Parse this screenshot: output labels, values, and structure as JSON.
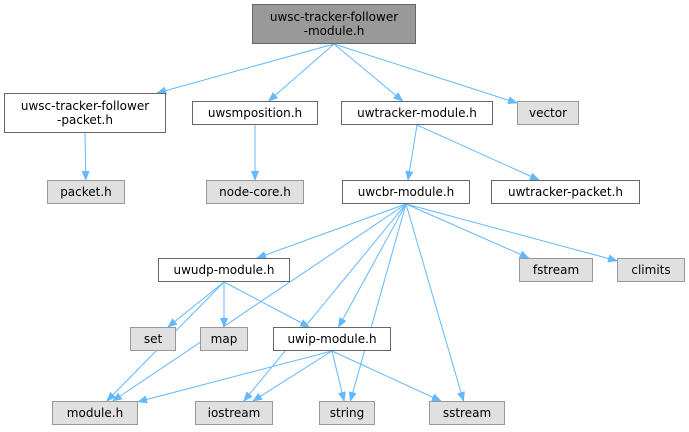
{
  "graph": {
    "edge_color": "#63b8ff",
    "nodes": [
      {
        "id": "main",
        "label": "uwsc-tracker-follower\n-module.h",
        "kind": "main"
      },
      {
        "id": "packet_h_follower",
        "label": "uwsc-tracker-follower\n-packet.h",
        "kind": "local"
      },
      {
        "id": "uwsmposition",
        "label": "uwsmposition.h",
        "kind": "local"
      },
      {
        "id": "uwtracker_module",
        "label": "uwtracker-module.h",
        "kind": "local"
      },
      {
        "id": "vector",
        "label": "vector",
        "kind": "system"
      },
      {
        "id": "packet",
        "label": "packet.h",
        "kind": "system"
      },
      {
        "id": "node_core",
        "label": "node-core.h",
        "kind": "system"
      },
      {
        "id": "uwcbr",
        "label": "uwcbr-module.h",
        "kind": "local"
      },
      {
        "id": "uwtracker_packet",
        "label": "uwtracker-packet.h",
        "kind": "local"
      },
      {
        "id": "uwudp",
        "label": "uwudp-module.h",
        "kind": "local"
      },
      {
        "id": "fstream",
        "label": "fstream",
        "kind": "system"
      },
      {
        "id": "climits",
        "label": "climits",
        "kind": "system"
      },
      {
        "id": "set",
        "label": "set",
        "kind": "system"
      },
      {
        "id": "map",
        "label": "map",
        "kind": "system"
      },
      {
        "id": "uwip",
        "label": "uwip-module.h",
        "kind": "local"
      },
      {
        "id": "module",
        "label": "module.h",
        "kind": "system"
      },
      {
        "id": "iostream",
        "label": "iostream",
        "kind": "system"
      },
      {
        "id": "string",
        "label": "string",
        "kind": "system"
      },
      {
        "id": "sstream",
        "label": "sstream",
        "kind": "system"
      }
    ],
    "edges": [
      {
        "from": "main",
        "to": "packet_h_follower"
      },
      {
        "from": "main",
        "to": "uwsmposition"
      },
      {
        "from": "main",
        "to": "uwtracker_module"
      },
      {
        "from": "main",
        "to": "vector"
      },
      {
        "from": "packet_h_follower",
        "to": "packet"
      },
      {
        "from": "uwsmposition",
        "to": "node_core"
      },
      {
        "from": "uwtracker_module",
        "to": "uwcbr"
      },
      {
        "from": "uwtracker_module",
        "to": "uwtracker_packet"
      },
      {
        "from": "uwcbr",
        "to": "module"
      },
      {
        "from": "uwcbr",
        "to": "iostream"
      },
      {
        "from": "uwcbr",
        "to": "uwudp"
      },
      {
        "from": "uwcbr",
        "to": "uwip"
      },
      {
        "from": "uwcbr",
        "to": "string"
      },
      {
        "from": "uwcbr",
        "to": "sstream"
      },
      {
        "from": "uwcbr",
        "to": "fstream"
      },
      {
        "from": "uwcbr",
        "to": "climits"
      },
      {
        "from": "uwudp",
        "to": "module"
      },
      {
        "from": "uwudp",
        "to": "set"
      },
      {
        "from": "uwudp",
        "to": "map"
      },
      {
        "from": "uwudp",
        "to": "uwip"
      },
      {
        "from": "uwip",
        "to": "module"
      },
      {
        "from": "uwip",
        "to": "iostream"
      },
      {
        "from": "uwip",
        "to": "string"
      },
      {
        "from": "uwip",
        "to": "sstream"
      }
    ]
  }
}
